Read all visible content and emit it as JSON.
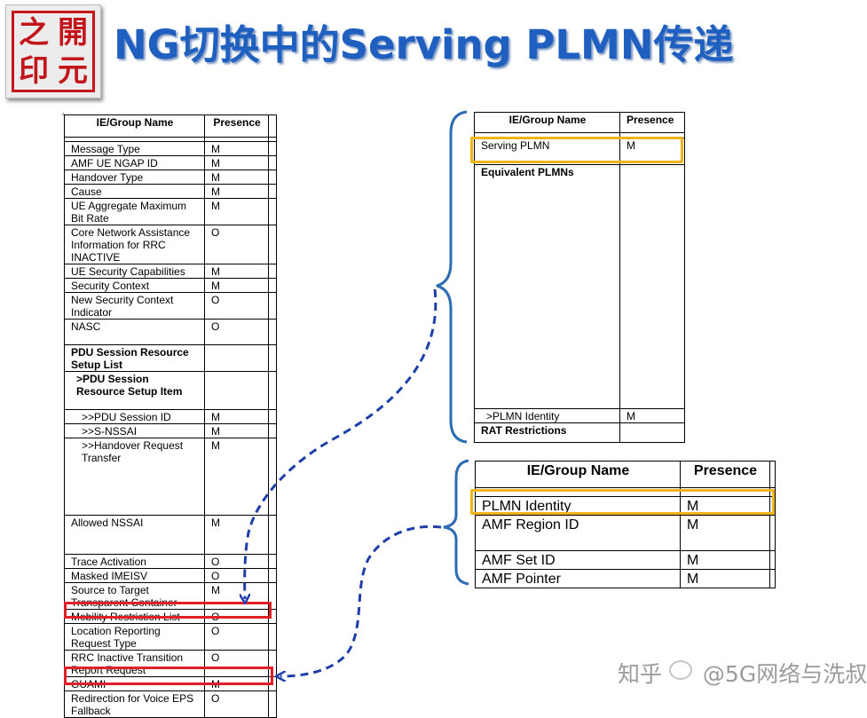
{
  "logo": {
    "chars": [
      "之",
      "開",
      "印",
      "元"
    ]
  },
  "title": "NG切换中的Serving PLMN传递",
  "watermark": {
    "zhihu": "知乎",
    "handle": "@5G网络与洗叔"
  },
  "colors": {
    "title": "#1f5fbf",
    "arrow": "#1f3fa8",
    "brace": "#2b6cb5",
    "red_box": "#e11f26",
    "yellow_box": "#f0b419"
  },
  "table_left": {
    "headers": [
      "IE/Group Name",
      "Presence"
    ],
    "rows": [
      {
        "name": "Message Type",
        "presence": "M"
      },
      {
        "name": "AMF UE NGAP ID",
        "presence": "M"
      },
      {
        "name": "Handover Type",
        "presence": "M"
      },
      {
        "name": "Cause",
        "presence": "M"
      },
      {
        "name": "UE Aggregate Maximum Bit Rate",
        "presence": "M"
      },
      {
        "name": "Core Network Assistance Information for RRC INACTIVE",
        "presence": "O"
      },
      {
        "name": "UE Security Capabilities",
        "presence": "M"
      },
      {
        "name": "Security Context",
        "presence": "M"
      },
      {
        "name": "New Security Context Indicator",
        "presence": "O"
      },
      {
        "name": "NASC",
        "presence": "O"
      },
      {
        "name": "PDU Session Resource Setup List",
        "presence": ""
      },
      {
        "name": ">PDU Session Resource Setup Item",
        "presence": ""
      },
      {
        "name": ">>PDU Session ID",
        "presence": "M"
      },
      {
        "name": ">>S-NSSAI",
        "presence": "M"
      },
      {
        "name": ">>Handover Request Transfer",
        "presence": "M"
      },
      {
        "name": "Allowed NSSAI",
        "presence": "M"
      },
      {
        "name": "Trace Activation",
        "presence": "O"
      },
      {
        "name": "Masked IMEISV",
        "presence": "O"
      },
      {
        "name": "Source to Target Transparent Container",
        "presence": "M"
      },
      {
        "name": "Mobility Restriction List",
        "presence": "O"
      },
      {
        "name": "Location Reporting Request Type",
        "presence": "O"
      },
      {
        "name": "RRC Inactive Transition Report Request",
        "presence": "O"
      },
      {
        "name": "GUAMI",
        "presence": "M"
      },
      {
        "name": "Redirection for Voice EPS Fallback",
        "presence": "O"
      }
    ]
  },
  "table_right_top": {
    "headers": [
      "IE/Group Name",
      "Presence"
    ],
    "rows": [
      {
        "name": "Serving PLMN",
        "presence": "M"
      },
      {
        "name": "Equivalent PLMNs",
        "presence": ""
      },
      {
        "name": ">PLMN Identity",
        "presence": "M"
      },
      {
        "name": "RAT Restrictions",
        "presence": ""
      }
    ]
  },
  "table_right_bottom": {
    "headers": [
      "IE/Group Name",
      "Presence"
    ],
    "rows": [
      {
        "name": "PLMN Identity",
        "presence": "M"
      },
      {
        "name": "AMF Region ID",
        "presence": "M"
      },
      {
        "name": "AMF Set ID",
        "presence": "M"
      },
      {
        "name": "AMF Pointer",
        "presence": "M"
      }
    ]
  }
}
